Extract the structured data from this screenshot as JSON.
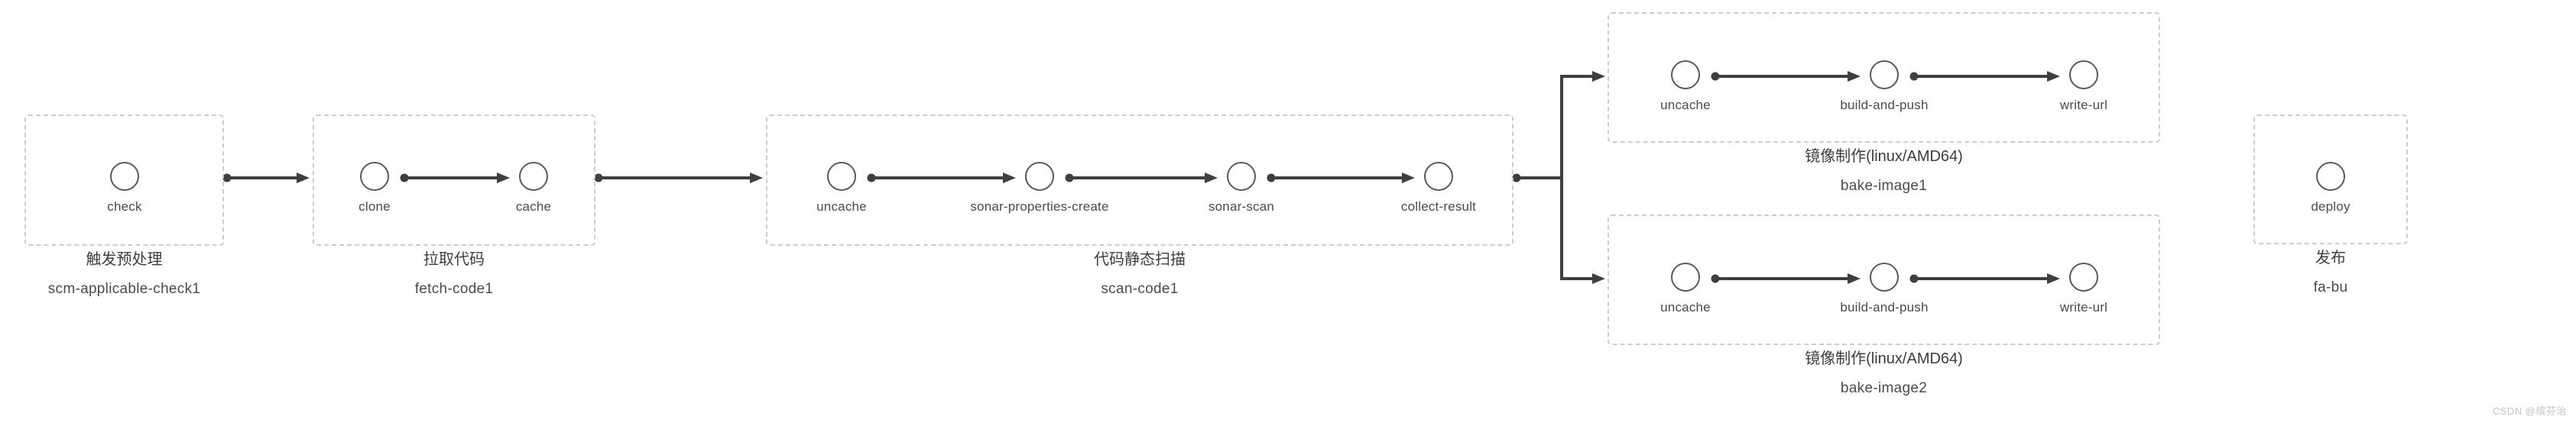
{
  "watermark": "CSDN @缤芬治",
  "colors": {
    "line": "#3f3f3f",
    "box_border": "#cdcdcd",
    "circle_stroke": "#5a5a5a",
    "label_text": "#4b4b4b",
    "title_text": "#3d3d3d",
    "watermark_text": "#c3c3c5",
    "background": "#ffffff"
  },
  "pipeline": {
    "stages": [
      {
        "id": "scm",
        "title": "触发预处理",
        "name": "scm-applicable-check1",
        "nodes": [
          "check"
        ]
      },
      {
        "id": "fetch",
        "title": "拉取代码",
        "name": "fetch-code1",
        "nodes": [
          "clone",
          "cache"
        ]
      },
      {
        "id": "scan",
        "title": "代码静态扫描",
        "name": "scan-code1",
        "nodes": [
          "uncache",
          "sonar-properties-create",
          "sonar-scan",
          "collect-result"
        ]
      },
      {
        "id": "bake1",
        "title": "镜像制作(linux/AMD64)",
        "name": "bake-image1",
        "nodes": [
          "uncache",
          "build-and-push",
          "write-url"
        ]
      },
      {
        "id": "bake2",
        "title": "镜像制作(linux/AMD64)",
        "name": "bake-image2",
        "nodes": [
          "uncache",
          "build-and-push",
          "write-url"
        ]
      },
      {
        "id": "deploy",
        "title": "发布",
        "name": "fa-bu",
        "nodes": [
          "deploy"
        ]
      }
    ],
    "connections": [
      {
        "from": "scm-applicable-check1",
        "to": "fetch-code1"
      },
      {
        "from": "fetch-code1",
        "to": "scan-code1"
      },
      {
        "from": "scan-code1",
        "to": "bake-image1"
      },
      {
        "from": "scan-code1",
        "to": "bake-image2"
      }
    ]
  }
}
